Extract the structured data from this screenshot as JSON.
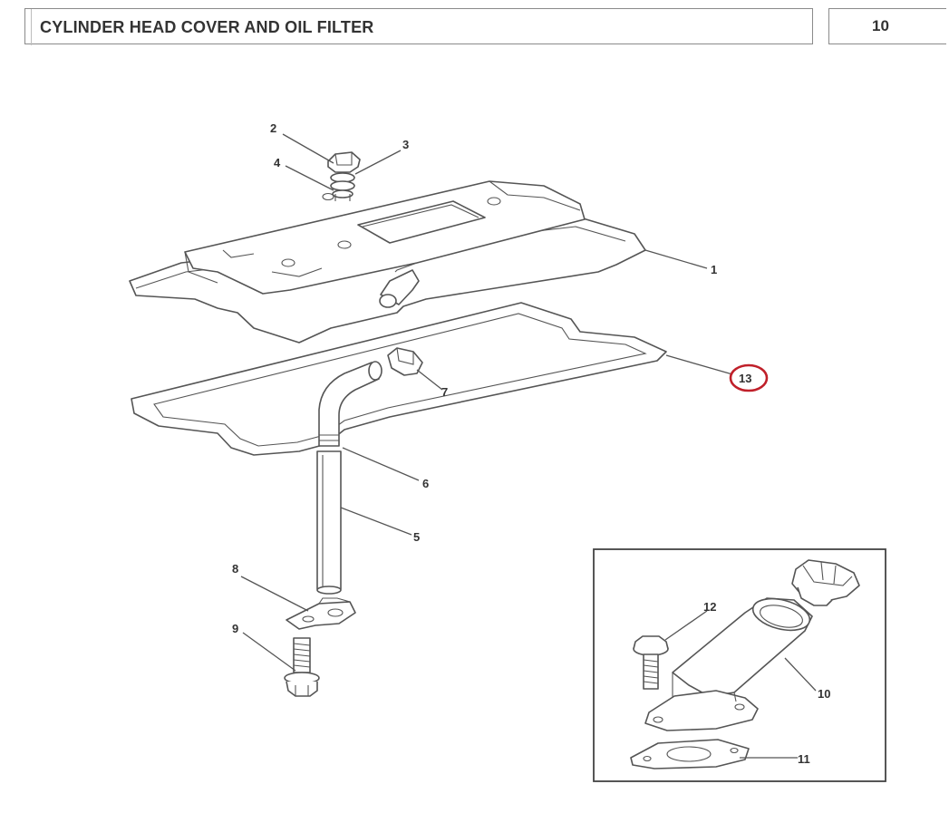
{
  "header": {
    "title": "CYLINDER HEAD COVER AND OIL FILTER",
    "page_number": "10"
  },
  "callouts": {
    "c1": "1",
    "c2": "2",
    "c3": "3",
    "c4": "4",
    "c5": "5",
    "c6": "6",
    "c7": "7",
    "c8": "8",
    "c9": "9",
    "c10": "10",
    "c11": "11",
    "c12": "12",
    "c13": "13"
  },
  "colors": {
    "line": "#555555",
    "highlight_circle": "#c0202a",
    "frame": "#8a8a8a"
  }
}
